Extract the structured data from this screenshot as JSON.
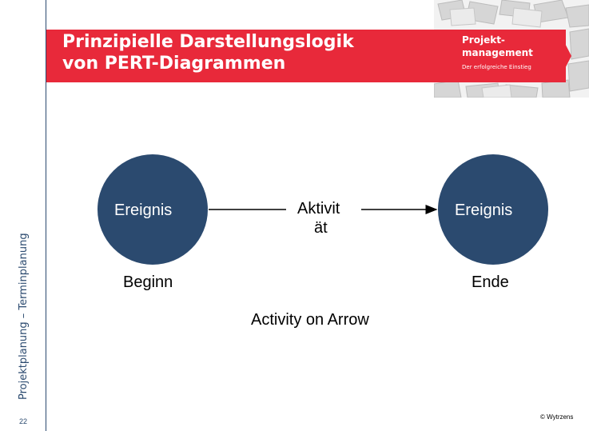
{
  "sidebar": {
    "title": "Projektplanung – Terminplanung",
    "page_number": "22"
  },
  "header": {
    "title": "Prinzipielle Darstellungslogik\nvon PERT-Diagrammen"
  },
  "logo": {
    "line1": "Projekt-",
    "line2": "management",
    "line3": "Der erfolgreiche Einstieg"
  },
  "diagram": {
    "start_event": "Ereignis",
    "end_event": "Ereignis",
    "activity": "Aktivit ät",
    "activity_line1": "Aktivit",
    "activity_line2": "ät",
    "start_caption": "Beginn",
    "end_caption": "Ende",
    "notation": "Activity on Arrow",
    "node_color": "#2b4a6f"
  },
  "footer": {
    "copyright": "© Wytrzens"
  },
  "colors": {
    "accent": "#e8293a",
    "navy": "#2b4a6f"
  }
}
